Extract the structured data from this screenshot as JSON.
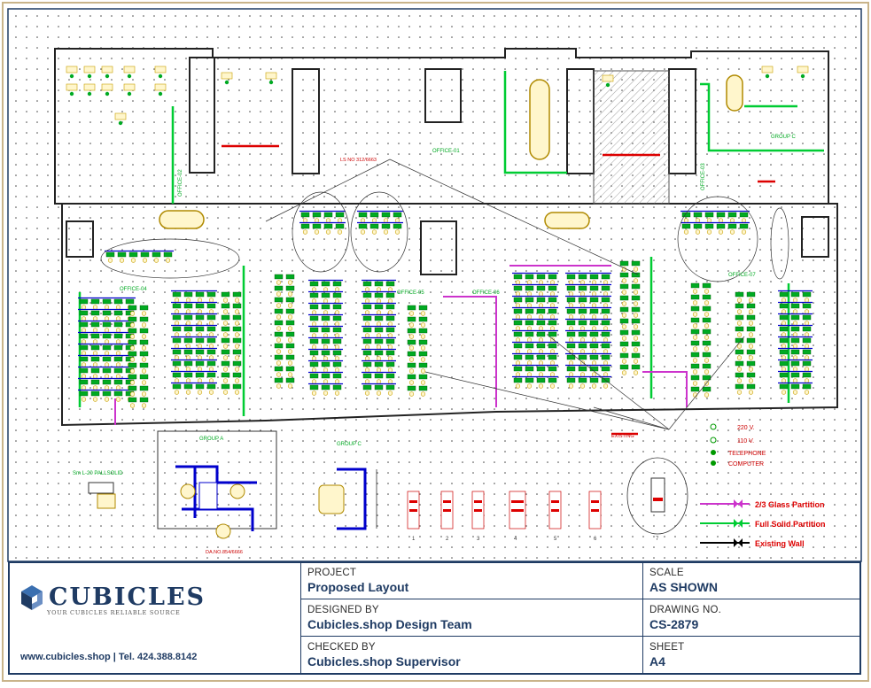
{
  "drawing": {
    "room_labels": [
      "OFFICE-01",
      "OFFICE-02",
      "OFFICE-03",
      "OFFICE-04",
      "OFFICE-05",
      "OFFICE-06",
      "OFFICE-07",
      "GROUP C",
      "GROUP A",
      "GROUP C"
    ],
    "callouts": {
      "top": "LS NO 312/6663",
      "existing": "EXISTING",
      "reference": "DA.NO.854/6666",
      "small_label": "Sm L-20 PALLSOLID"
    },
    "detail_numbers": [
      "1",
      "2",
      "3",
      "4",
      "5",
      "6",
      "7"
    ]
  },
  "legend": {
    "outlets": [
      {
        "label": "220 V.",
        "icon": "outlet-220-icon"
      },
      {
        "label": "110 V.",
        "icon": "outlet-110-icon"
      },
      {
        "label": "TELEPHONE",
        "icon": "telephone-icon"
      },
      {
        "label": "COMPUTER",
        "icon": "computer-icon"
      }
    ],
    "partitions": [
      {
        "label": "2/3 Glass Partition",
        "color": "#cc33cc"
      },
      {
        "label": "Full Solid Partition",
        "color": "#00cc33"
      },
      {
        "label": "Existing Wall",
        "color": "#000000"
      }
    ]
  },
  "title_block": {
    "brand": "CUBICLES",
    "tagline": "YOUR CUBICLES RELIABLE SOURCE",
    "contact": "www.cubicles.shop  |  Tel. 424.388.8142",
    "project_label": "PROJECT",
    "project_value": "Proposed Layout",
    "designed_label": "DESIGNED BY",
    "designed_value": "Cubicles.shop Design Team",
    "checked_label": "CHECKED BY",
    "checked_value": "Cubicles.shop Supervisor",
    "scale_label": "SCALE",
    "scale_value": "AS SHOWN",
    "drawing_no_label": "DRAWING NO.",
    "drawing_no_value": "CS-2879",
    "sheet_label": "SHEET",
    "sheet_value": "A4"
  },
  "colors": {
    "frame": "#1f3b63",
    "desk": "#00aa22",
    "chair": "#c8a000",
    "panel": "#0000cc",
    "partition_glass": "#cc33cc",
    "note": "#dd0000"
  }
}
